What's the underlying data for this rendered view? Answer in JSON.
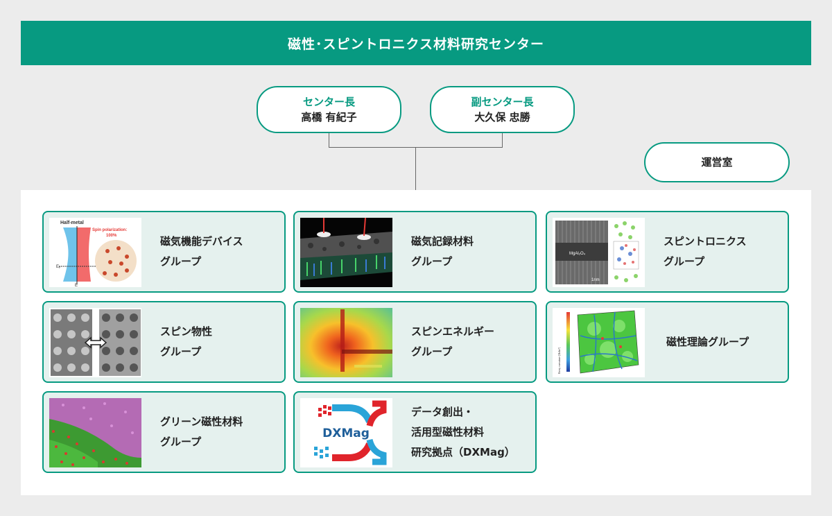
{
  "title": "磁性･スピントロニクス材料研究センター",
  "leaders": {
    "director": {
      "role": "センター長",
      "name": "高橋 有紀子"
    },
    "deputy": {
      "role": "副センター長",
      "name": "大久保 忠勝"
    },
    "office": {
      "name": "運営室"
    }
  },
  "groups": [
    {
      "line1": "磁気機能デバイス",
      "line2": "グループ",
      "image_text": {
        "title": "Half-metal",
        "caption1": "Spin polarization:",
        "caption2": "100%",
        "ef": "E",
        "ef_sub": "F",
        "e": "E"
      }
    },
    {
      "line1": "磁気記録材料",
      "line2": "グループ"
    },
    {
      "line1": "スピントロニクス",
      "line2": "グループ",
      "image_text": {
        "layer": "MgAl₂O₄",
        "scale": "1nm"
      }
    },
    {
      "line1": "スピン物性",
      "line2": "グループ"
    },
    {
      "line1": "スピンエネルギー",
      "line2": "グループ"
    },
    {
      "line1": "磁性理論グループ",
      "image_text": {
        "axis": "Berry curvature [Bohr²]"
      }
    },
    {
      "line1": "グリーン磁性材料",
      "line2": "グループ"
    },
    {
      "line1": "データ創出・",
      "line2": "活用型磁性材料",
      "line3": "研究拠点（DXMag）",
      "image_text": {
        "logo": "DXMag"
      }
    }
  ],
  "colors": {
    "accent": "#079a81",
    "card_bg": "#e5f1ee",
    "banner_text": "#ffffff"
  }
}
